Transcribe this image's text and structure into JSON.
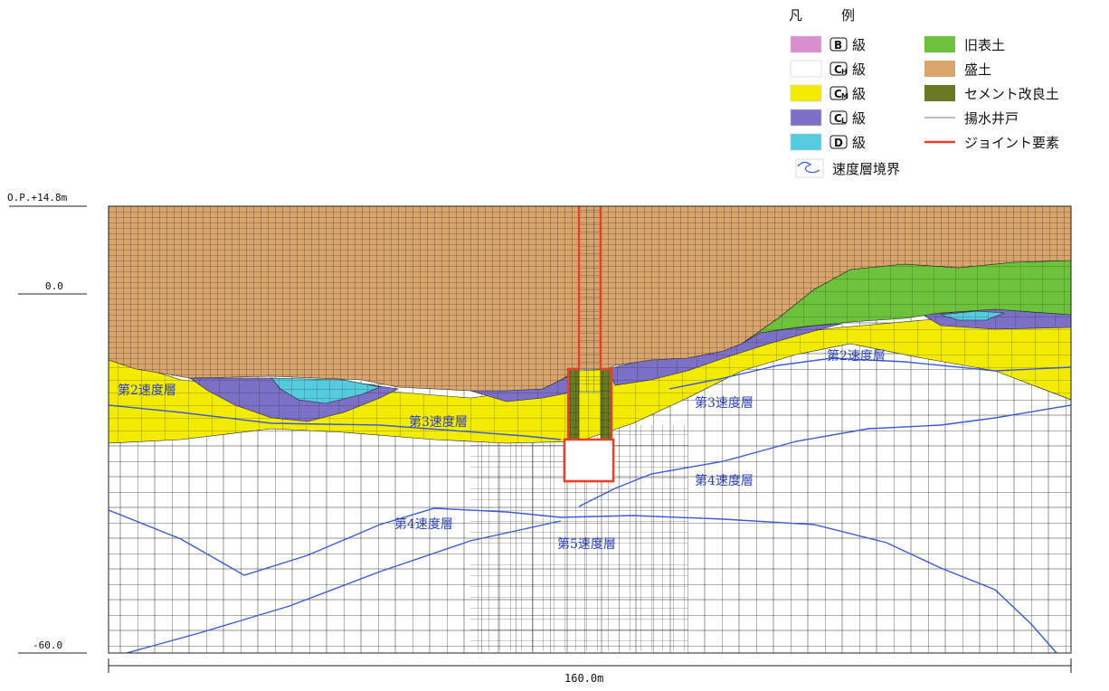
{
  "legend": {
    "title_left": "凡",
    "title_right": "例",
    "items_left": [
      {
        "badge": "B",
        "sub": "",
        "suffix": "級",
        "color": "#d98fcf"
      },
      {
        "badge": "C",
        "sub": "H",
        "suffix": "級",
        "color": "#ffffff"
      },
      {
        "badge": "C",
        "sub": "M",
        "suffix": "級",
        "color": "#f3ec00"
      },
      {
        "badge": "C",
        "sub": "L",
        "suffix": "級",
        "color": "#7b6fc6"
      },
      {
        "badge": "D",
        "sub": "",
        "suffix": "級",
        "color": "#55cbe0"
      }
    ],
    "items_right": [
      {
        "label": "旧表土",
        "kind": "fill",
        "color": "#6cc23a"
      },
      {
        "label": "盛土",
        "kind": "fill",
        "color": "#d9a56a"
      },
      {
        "label": "セメント改良土",
        "kind": "fill",
        "color": "#6a7a22"
      },
      {
        "label": "揚水井戸",
        "kind": "line",
        "color": "#8a9ab0"
      },
      {
        "label": "ジョイント要素",
        "kind": "line",
        "color": "#e8402a"
      }
    ],
    "boundary_label": "速度層境界"
  },
  "elevations": {
    "top": "O.P.+14.8m",
    "zero": "0.0",
    "bottom": "-60.0"
  },
  "width_dimension": "160.0m",
  "layer_labels": [
    "第2速度層",
    "第3速度層",
    "第2速度層",
    "第3速度層",
    "第4速度層",
    "第4速度層",
    "第5速度層"
  ],
  "colors": {
    "fill_soil": "#d9a56a",
    "old_topsoil": "#6cc23a",
    "cm_class": "#f3ec00",
    "cl_class": "#7b6fc6",
    "d_class": "#55cbe0",
    "cement_soil": "#6a7a22",
    "joint": "#e8402a",
    "velocity_boundary": "#3b5bd6",
    "mesh": "#222222"
  }
}
